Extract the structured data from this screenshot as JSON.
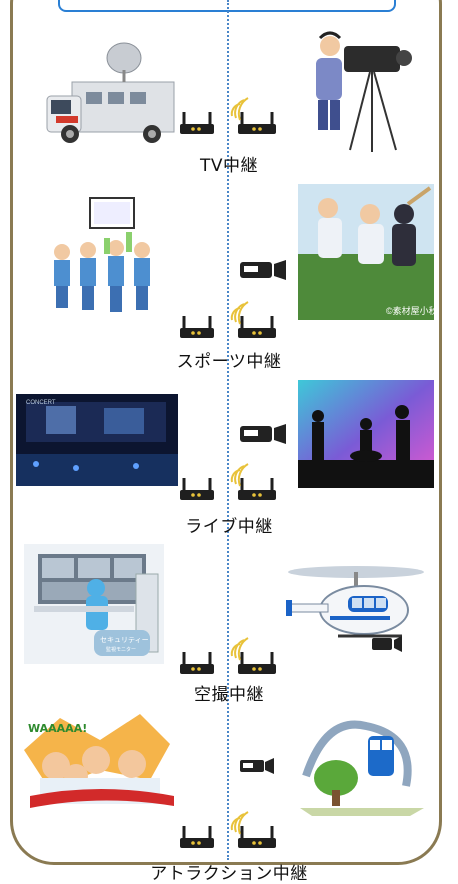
{
  "sections": [
    {
      "caption": "TV中継"
    },
    {
      "caption": "スポーツ中継"
    },
    {
      "caption": "ライブ中継"
    },
    {
      "caption": "空撮中継"
    },
    {
      "caption": "アトラクション中継"
    }
  ],
  "stamps": {
    "sports_credit": "©素材屋小秋",
    "live_screen": "CONCERT",
    "security_tag_1": "セキュリティー",
    "security_tag_2": "監視モニター",
    "comic_shout": "WAAAAA!"
  },
  "colors": {
    "frame": "#8a7a52",
    "divider": "#4a86c8",
    "topbar": "#2a7fd4",
    "signal": "#e8c23a"
  }
}
